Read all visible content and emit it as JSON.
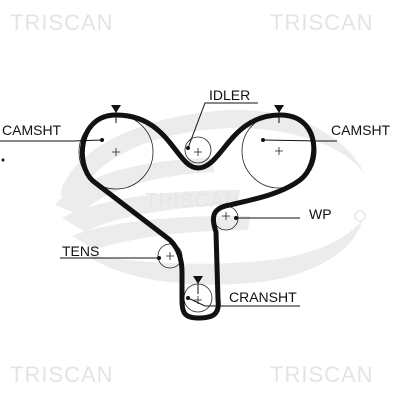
{
  "watermarks": {
    "top_left": "TRISCAN",
    "top_right": "TRISCAN",
    "center": "TRISCAN",
    "bottom_left": "TRISCAN",
    "bottom_right": "TRISCAN"
  },
  "labels": {
    "idler": "IDLER",
    "camshaft_left": "CAMSHT",
    "camshaft_right": "CAMSHT",
    "water_pump": "WP",
    "tensioner": "TENS",
    "crankshaft": "CRANSHT"
  },
  "colors": {
    "belt": "#111111",
    "watermark": "#e4e4e4",
    "logo": "#ececec"
  },
  "icons": {
    "background_logo": "gates-logo",
    "timing_marks": "triangle-marker"
  }
}
